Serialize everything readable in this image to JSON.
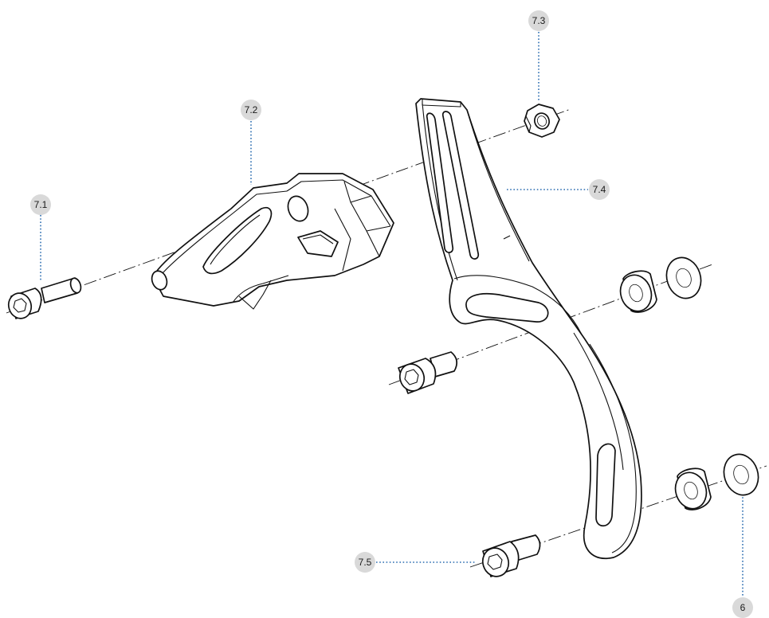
{
  "callouts": [
    {
      "id": "c71",
      "label": "7.1"
    },
    {
      "id": "c72",
      "label": "7.2"
    },
    {
      "id": "c73",
      "label": "7.3"
    },
    {
      "id": "c74",
      "label": "7.4"
    },
    {
      "id": "c75",
      "label": "7.5"
    },
    {
      "id": "c6",
      "label": "6"
    }
  ],
  "colors": {
    "badge": "#d9d9d9",
    "leader": "#2a6cb0",
    "line": "#111111",
    "background": "#ffffff"
  }
}
